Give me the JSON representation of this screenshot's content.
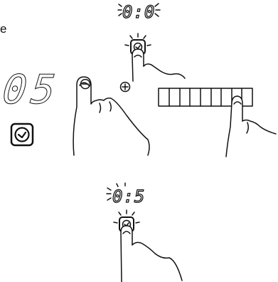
{
  "top_display": {
    "digits": "0:0"
  },
  "side_text": "e",
  "left_display": {
    "digits": "05"
  },
  "bottom_display": {
    "digits": "0:5"
  },
  "buttons": {
    "minus_symbol": "−",
    "plus_symbol": "+"
  },
  "slider": {
    "segments": 9
  }
}
